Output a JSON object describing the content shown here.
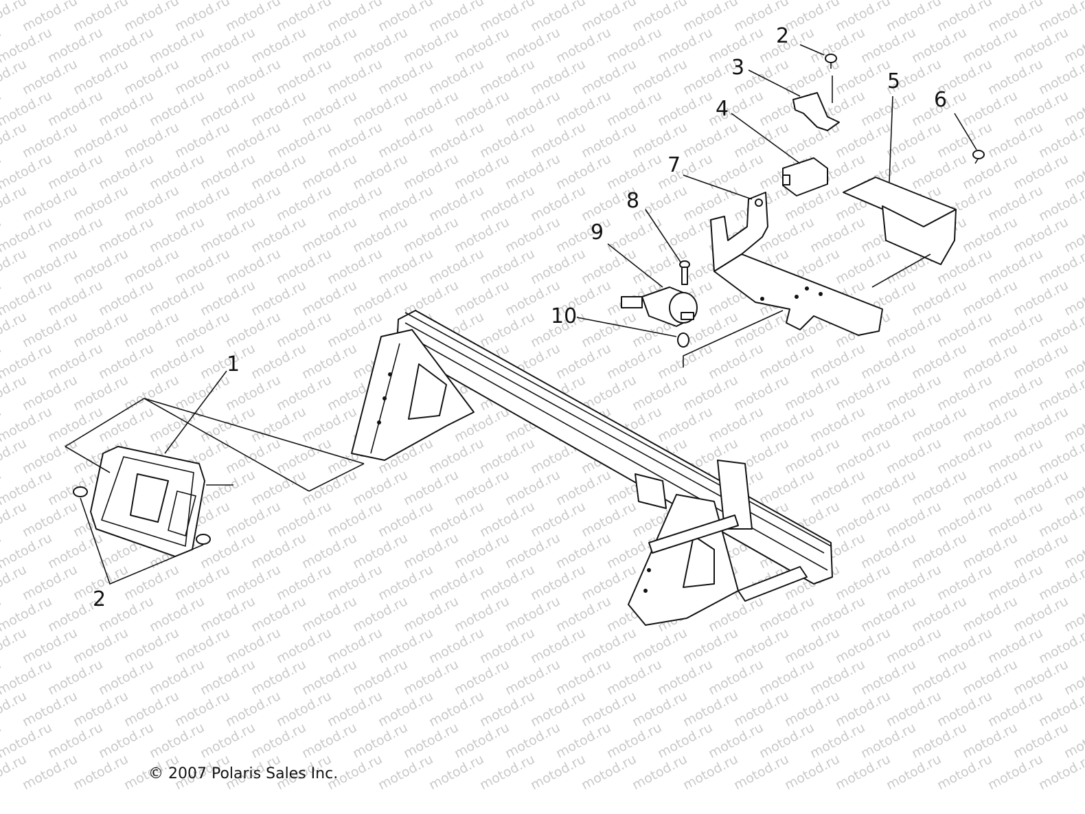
{
  "diagram": {
    "callouts": [
      "1",
      "2",
      "3",
      "4",
      "5",
      "6",
      "7",
      "8",
      "9",
      "10",
      "2"
    ],
    "watermark": "motod.ru",
    "copyright": "© 2007 Polaris Sales Inc."
  }
}
